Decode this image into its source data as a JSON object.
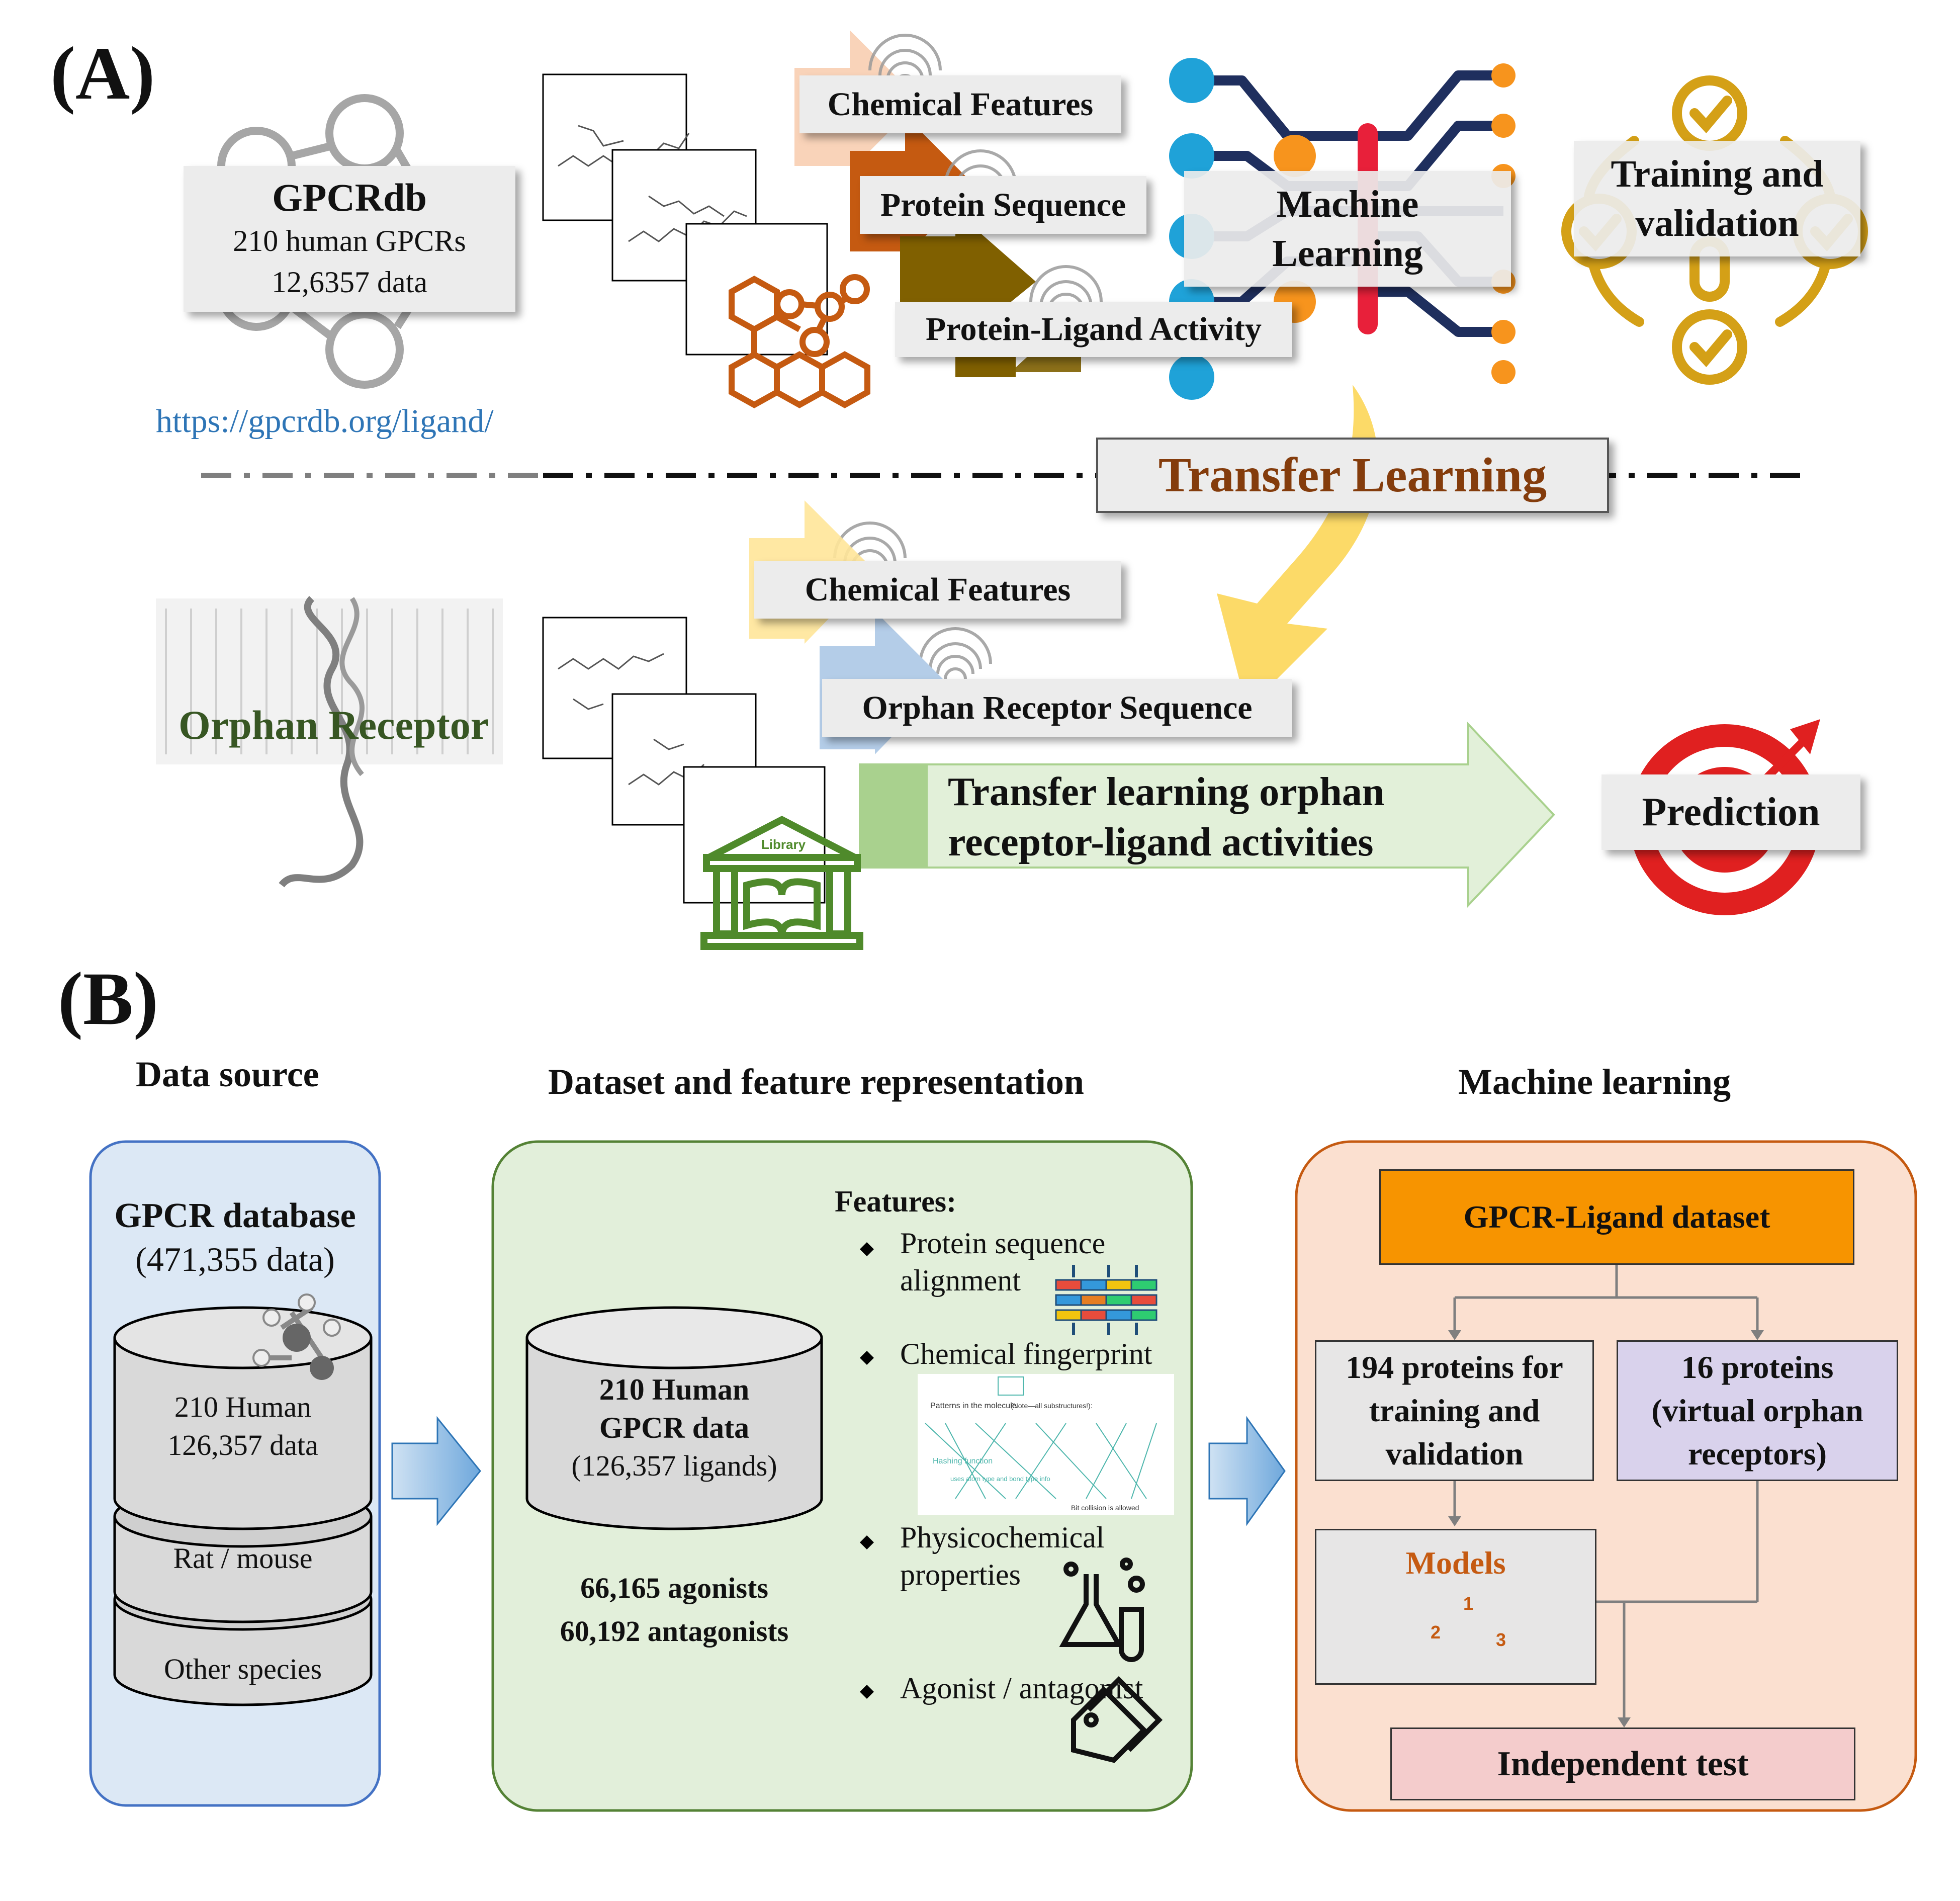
{
  "panel_a": {
    "letter": "(A)",
    "gpcrdb": {
      "title": "GPCRdb",
      "line1": "210 human GPCRs",
      "line2": "12,6357 data"
    },
    "url": "https://gpcrdb.org/ligand/",
    "features_top": [
      "Chemical Features",
      "Protein Sequence",
      "Protein-Ligand Activity"
    ],
    "machine_learning": "Machine Learning",
    "training_validation": "Training and validation",
    "transfer_learning": "Transfer Learning",
    "orphan_receptor": "Orphan Receptor",
    "features_bottom": [
      "Chemical Features",
      "Orphan Receptor Sequence"
    ],
    "library_label": "Library",
    "transfer_arrow_text": [
      "Transfer learning orphan",
      "receptor-ligand activities"
    ],
    "prediction": "Prediction",
    "colors": {
      "chem_arrow": "#f4c8ab",
      "prot_arrow": "#c55a11",
      "activity_arrow": "#7f6000",
      "yellow_arrow": "#fcd34d",
      "blue_arrow": "#b4cde8",
      "green_arrow": "#e2f0d9",
      "green_stripe": "#a9d18e",
      "transfer_text": "#843c0c",
      "orphan_text": "#375623",
      "url": "#2e75b6",
      "icon_orange": "#c55a11",
      "library_green": "#4f8a2b",
      "target_red": "#e02020",
      "ml_navy": "#1f2f5e",
      "ml_cyan": "#1fa2d8",
      "ml_orange": "#f7941d",
      "ml_red": "#e8203a",
      "check_gold": "#d4a017"
    }
  },
  "panel_b": {
    "letter": "(B)",
    "sections": {
      "data_source": "Data source",
      "dataset": "Dataset and feature representation",
      "ml": "Machine learning"
    },
    "database": {
      "title": "GPCR database",
      "count": "(471,355 data)",
      "human_line1": "210 Human",
      "human_line2": "126,357 data",
      "rat": "Rat / mouse",
      "other": "Other species"
    },
    "dataset": {
      "cyl_line1": "210 Human",
      "cyl_line2": "GPCR data",
      "cyl_line3": "(126,357 ligands)",
      "agonists": "66,165 agonists",
      "antagonists": "60,192 antagonists"
    },
    "features": {
      "title": "Features:",
      "items": [
        [
          "Protein sequence",
          "alignment"
        ],
        [
          "Chemical fingerprint"
        ],
        [
          "Physicochemical",
          "properties"
        ],
        [
          "Agonist / antagonist"
        ]
      ]
    },
    "fingerprint_image": {
      "title": "Patterns in the molecule",
      "note": "(Note—all substructures!):",
      "hash": "Hashing function",
      "hash2": "uses atom type and bond type info",
      "collision": "Bit collision is allowed"
    },
    "ml": {
      "dataset": "GPCR-Ligand dataset",
      "train": [
        "194 proteins for",
        "training and",
        "validation"
      ],
      "orphan": [
        "16 proteins",
        "(virtual orphan",
        "receptors)"
      ],
      "models": "Models",
      "podium": [
        "2",
        "1",
        "3"
      ],
      "test": "Independent test"
    },
    "colors": {
      "blue_panel": "#dce8f5",
      "blue_border": "#4472c4",
      "green_panel": "#e2efda",
      "green_border": "#548235",
      "orange_panel": "#fbe0d0",
      "orange_border": "#c55a11",
      "dataset_orange": "#f79400",
      "train_gray": "#e7e6e6",
      "orphan_lavender": "#d9d2ec",
      "test_pink": "#f4cccc",
      "models_text": "#c55a11",
      "arrow_blue": "#9cc3e5"
    }
  }
}
